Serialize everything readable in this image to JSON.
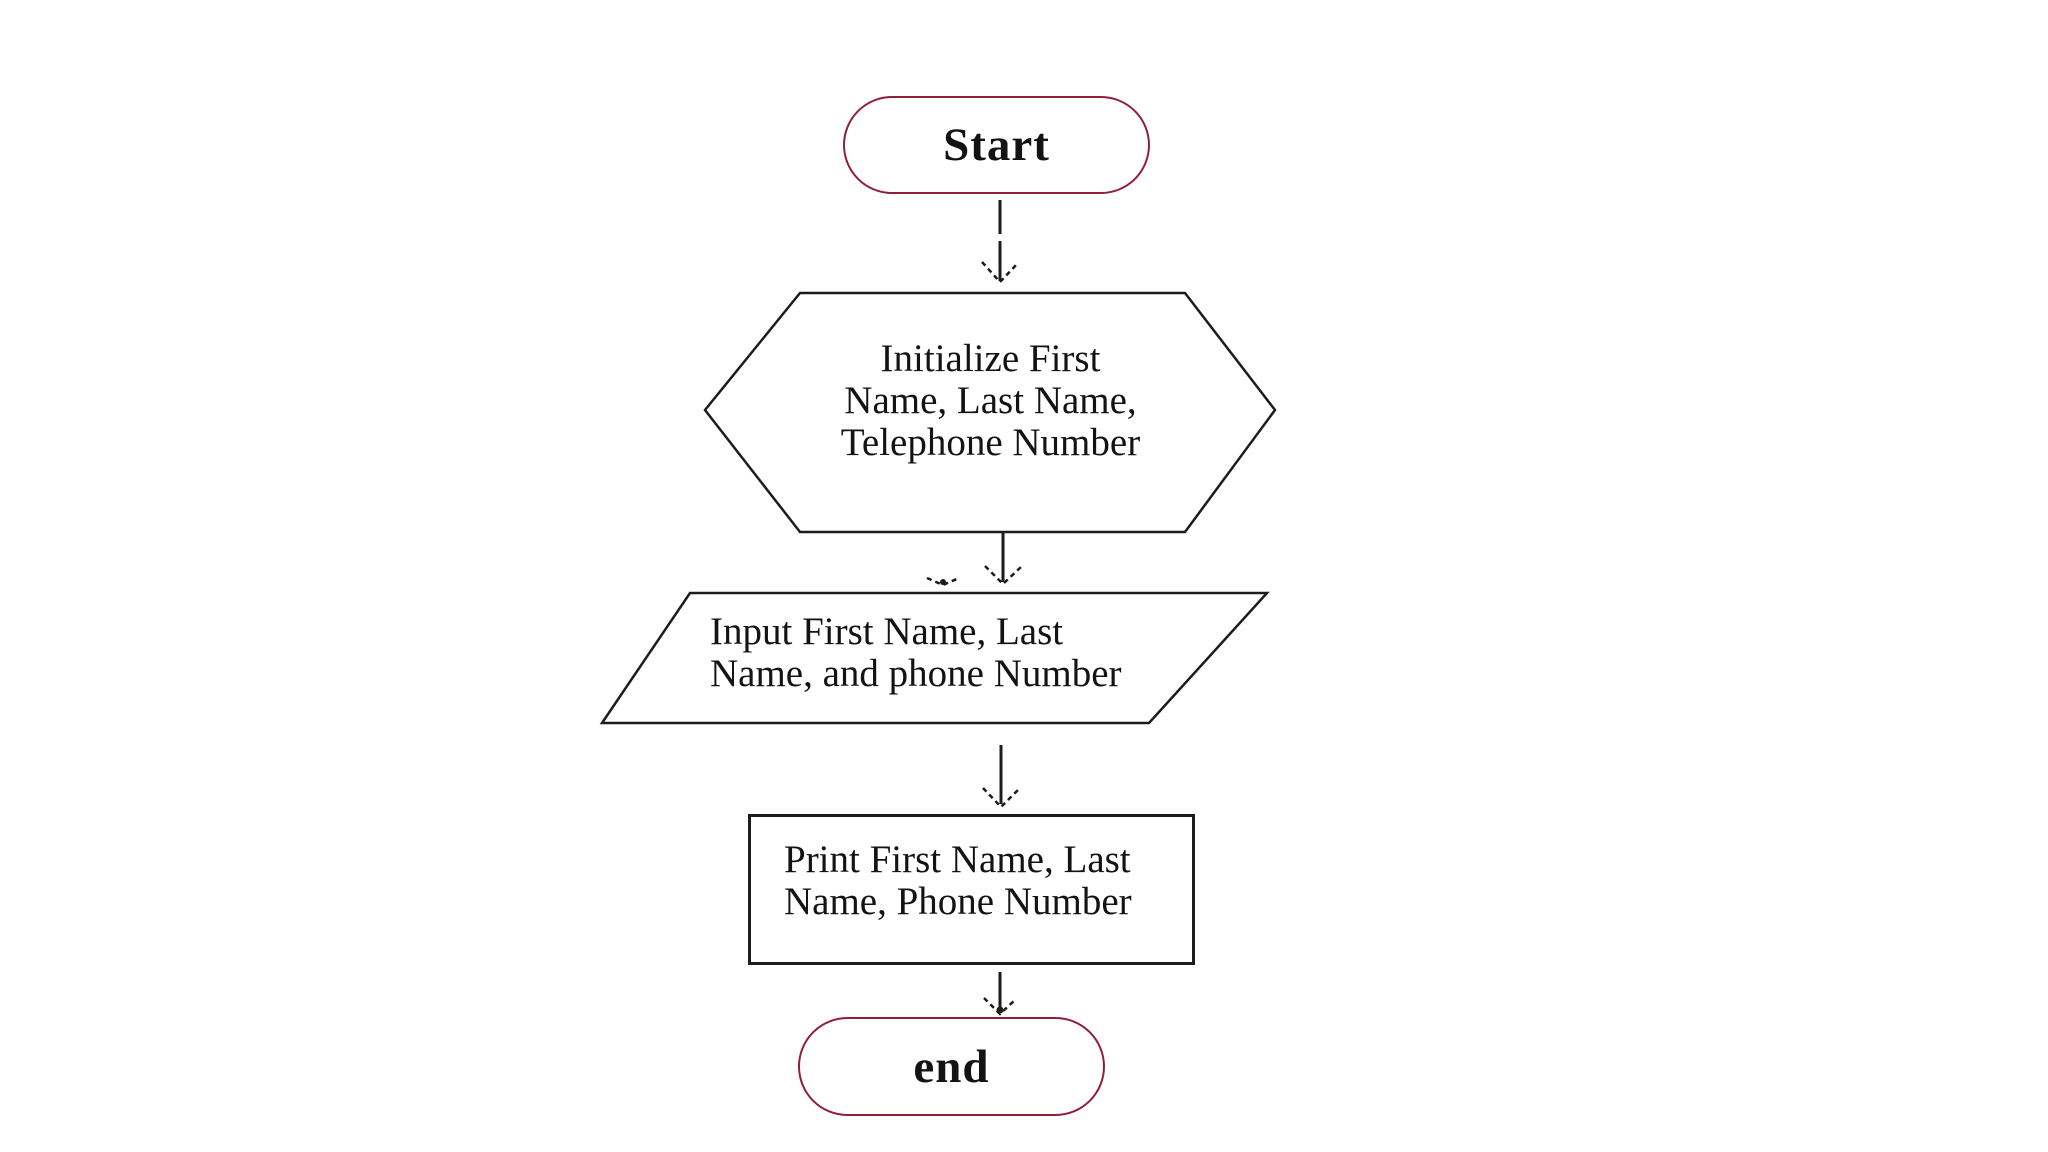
{
  "diagram": {
    "type": "flowchart",
    "nodes": [
      {
        "id": "start",
        "type": "terminator",
        "shape": "stadium",
        "label": "Start"
      },
      {
        "id": "initialize",
        "type": "preparation",
        "shape": "hexagon",
        "label": "Initialize First\nName, Last Name,\nTelephone Number"
      },
      {
        "id": "input",
        "type": "input-output",
        "shape": "parallelogram",
        "label": "Input First Name, Last\nName, and phone Number"
      },
      {
        "id": "print",
        "type": "process",
        "shape": "rectangle",
        "label": "Print First Name, Last\nName, Phone Number"
      },
      {
        "id": "end",
        "type": "terminator",
        "shape": "stadium",
        "label": "end"
      }
    ],
    "edges": [
      {
        "from": "start",
        "to": "initialize",
        "style": "arrow-down"
      },
      {
        "from": "initialize",
        "to": "input",
        "style": "arrow-down"
      },
      {
        "from": "input",
        "to": "print",
        "style": "arrow-down"
      },
      {
        "from": "print",
        "to": "end",
        "style": "arrow-down"
      }
    ],
    "colors": {
      "terminator_border": "#8e2038",
      "shape_border": "#1c1c1c",
      "arrow": "#1c1c1c",
      "text": "#131313",
      "background": "#ffffff"
    }
  }
}
